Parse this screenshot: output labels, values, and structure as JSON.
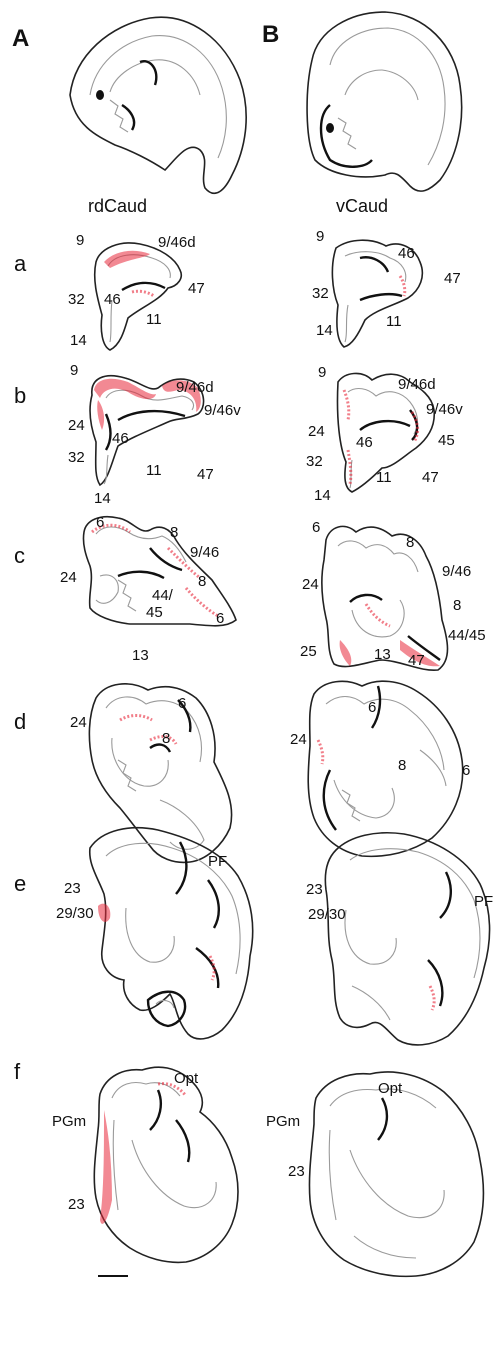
{
  "panels": {
    "A": {
      "letter": "A",
      "caption": "rdCaud"
    },
    "B": {
      "letter": "B",
      "caption": "vCaud"
    }
  },
  "rows": [
    {
      "id": "a",
      "left": [
        "9",
        "9/46d",
        "47",
        "32",
        "46",
        "11",
        "14"
      ],
      "right": [
        "9",
        "46",
        "47",
        "32",
        "11",
        "14"
      ]
    },
    {
      "id": "b",
      "left": [
        "9",
        "9/46d",
        "9/46v",
        "24",
        "46",
        "32",
        "11",
        "47",
        "14"
      ],
      "right": [
        "9",
        "9/46d",
        "9/46v",
        "24",
        "46",
        "45",
        "32",
        "11",
        "47",
        "14"
      ]
    },
    {
      "id": "c",
      "left": [
        "6",
        "8",
        "9/46",
        "24",
        "8",
        "44/",
        "45",
        "6",
        "13"
      ],
      "right": [
        "6",
        "8",
        "9/46",
        "24",
        "8",
        "44/45",
        "25",
        "13",
        "47"
      ]
    },
    {
      "id": "d",
      "left": [
        "6",
        "24",
        "8"
      ],
      "right": [
        "6",
        "24",
        "8",
        "6"
      ]
    },
    {
      "id": "e",
      "left": [
        "PF",
        "23",
        "29/30"
      ],
      "right": [
        "23",
        "PF",
        "29/30"
      ]
    },
    {
      "id": "f",
      "left": [
        "Opt",
        "PGm",
        "23"
      ],
      "right": [
        "Opt",
        "PGm",
        "23"
      ]
    }
  ],
  "colors": {
    "outline": "#222222",
    "inner_outline": "#9a9a9a",
    "labeling": "#e8283a"
  }
}
